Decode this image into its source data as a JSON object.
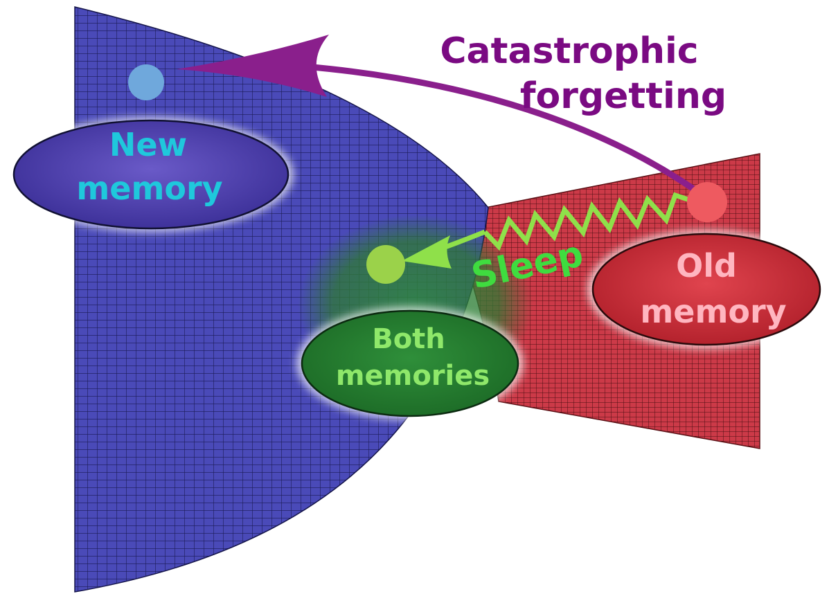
{
  "labels": {
    "catastrophic_line1": "Catastrophic",
    "catastrophic_line2": "forgetting",
    "new_memory_line1": "New",
    "new_memory_line2": "memory",
    "old_memory_line1": "Old",
    "old_memory_line2": "memory",
    "both_memories_line1": "Both",
    "both_memories_line2": "memories",
    "sleep": "Sleep"
  },
  "colors": {
    "new_region": "#4a4ab8",
    "old_region": "#cc3a48",
    "catastrophic_arrow": "#8a1f8c",
    "catastrophic_text": "#7a0a82",
    "sleep_arrow": "#8fe04a",
    "sleep_text": "#3fdc3f",
    "new_label": "#1fc8dc",
    "old_label": "#ffb6c0",
    "both_label": "#8fe86a",
    "new_dot": "#6fa8dc",
    "old_dot": "#ee5a60",
    "both_dot": "#9bd24a"
  }
}
